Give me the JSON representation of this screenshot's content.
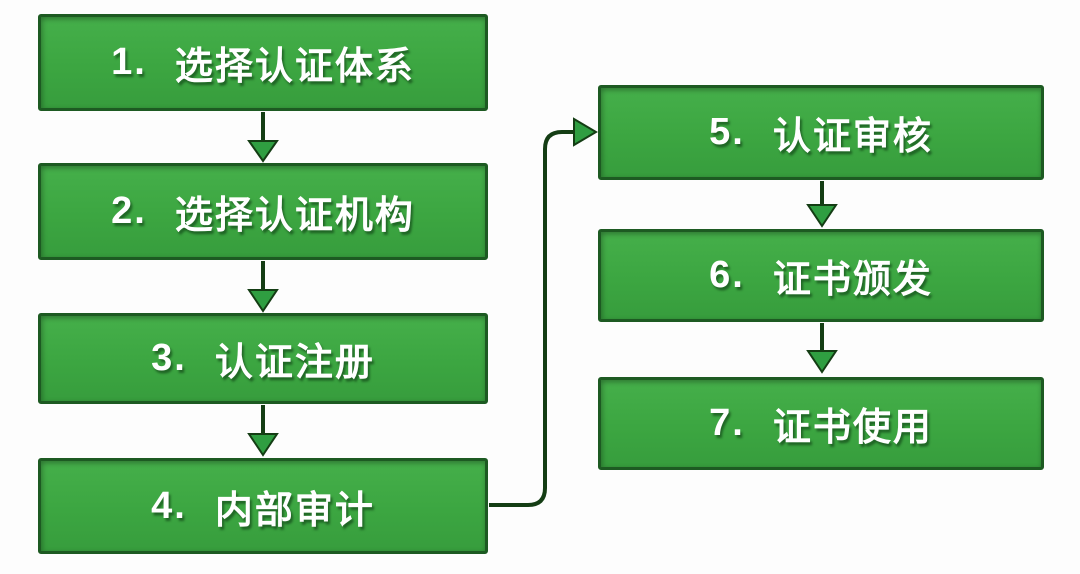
{
  "diagram": {
    "type": "flowchart",
    "steps": [
      {
        "number": "1.",
        "label": "选择认证体系"
      },
      {
        "number": "2.",
        "label": "选择认证机构"
      },
      {
        "number": "3.",
        "label": "认证注册"
      },
      {
        "number": "4.",
        "label": "内部审计"
      },
      {
        "number": "5.",
        "label": "认证审核"
      },
      {
        "number": "6.",
        "label": "证书颁发"
      },
      {
        "number": "7.",
        "label": "证书使用"
      }
    ],
    "connections": [
      {
        "from": "1",
        "to": "2"
      },
      {
        "from": "2",
        "to": "3"
      },
      {
        "from": "3",
        "to": "4"
      },
      {
        "from": "4",
        "to": "5"
      },
      {
        "from": "5",
        "to": "6"
      },
      {
        "from": "6",
        "to": "7"
      }
    ],
    "colors": {
      "box_fill": "#3ca641",
      "box_border": "#1d5a22",
      "line": "#143d14",
      "arrowhead_fill": "#2f9e41",
      "text": "#ffffff",
      "background": "#fdfdfd"
    }
  }
}
